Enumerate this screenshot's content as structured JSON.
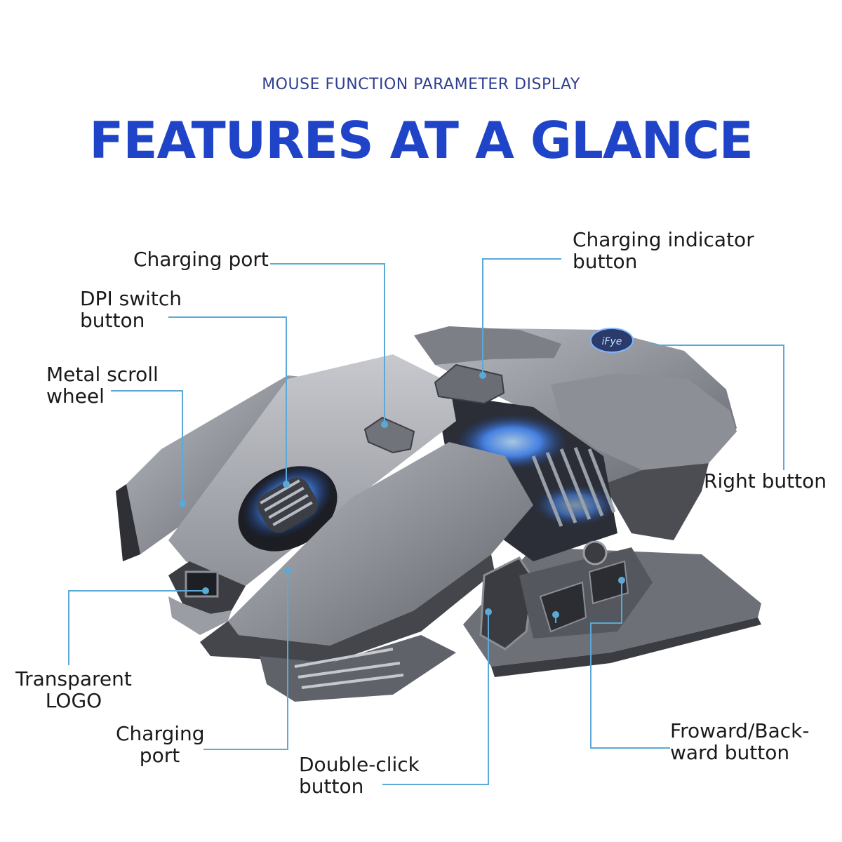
{
  "header": {
    "subtitle": "MOUSE FUNCTION PARAMETER DISPLAY",
    "title": "FEATURES AT A GLANCE"
  },
  "callouts": {
    "charging_port_top": {
      "lines": [
        "Charging port"
      ]
    },
    "dpi_switch": {
      "lines": [
        "DPI switch",
        "button"
      ]
    },
    "metal_scroll_wheel": {
      "lines": [
        "Metal scroll",
        "wheel"
      ]
    },
    "transparent_logo": {
      "lines": [
        "Transparent",
        "LOGO"
      ]
    },
    "charging_port_bottom": {
      "lines": [
        "Charging",
        "port"
      ]
    },
    "double_click": {
      "lines": [
        "Double-click",
        "button"
      ]
    },
    "forward_back": {
      "lines": [
        "Froward/Back-",
        "ward button"
      ]
    },
    "right_button": {
      "lines": [
        "Right button"
      ]
    },
    "charging_indicator": {
      "lines": [
        "Charging indicator",
        "button"
      ]
    }
  },
  "colors": {
    "title": "#1f44c8",
    "subtitle": "#2f3f8f",
    "leader_line": "#5aa9d6",
    "mouse_body": "#8a8d93",
    "mouse_dark": "#2e3035",
    "led_glow": "#4a90ff"
  },
  "logo_badge": "iFye"
}
